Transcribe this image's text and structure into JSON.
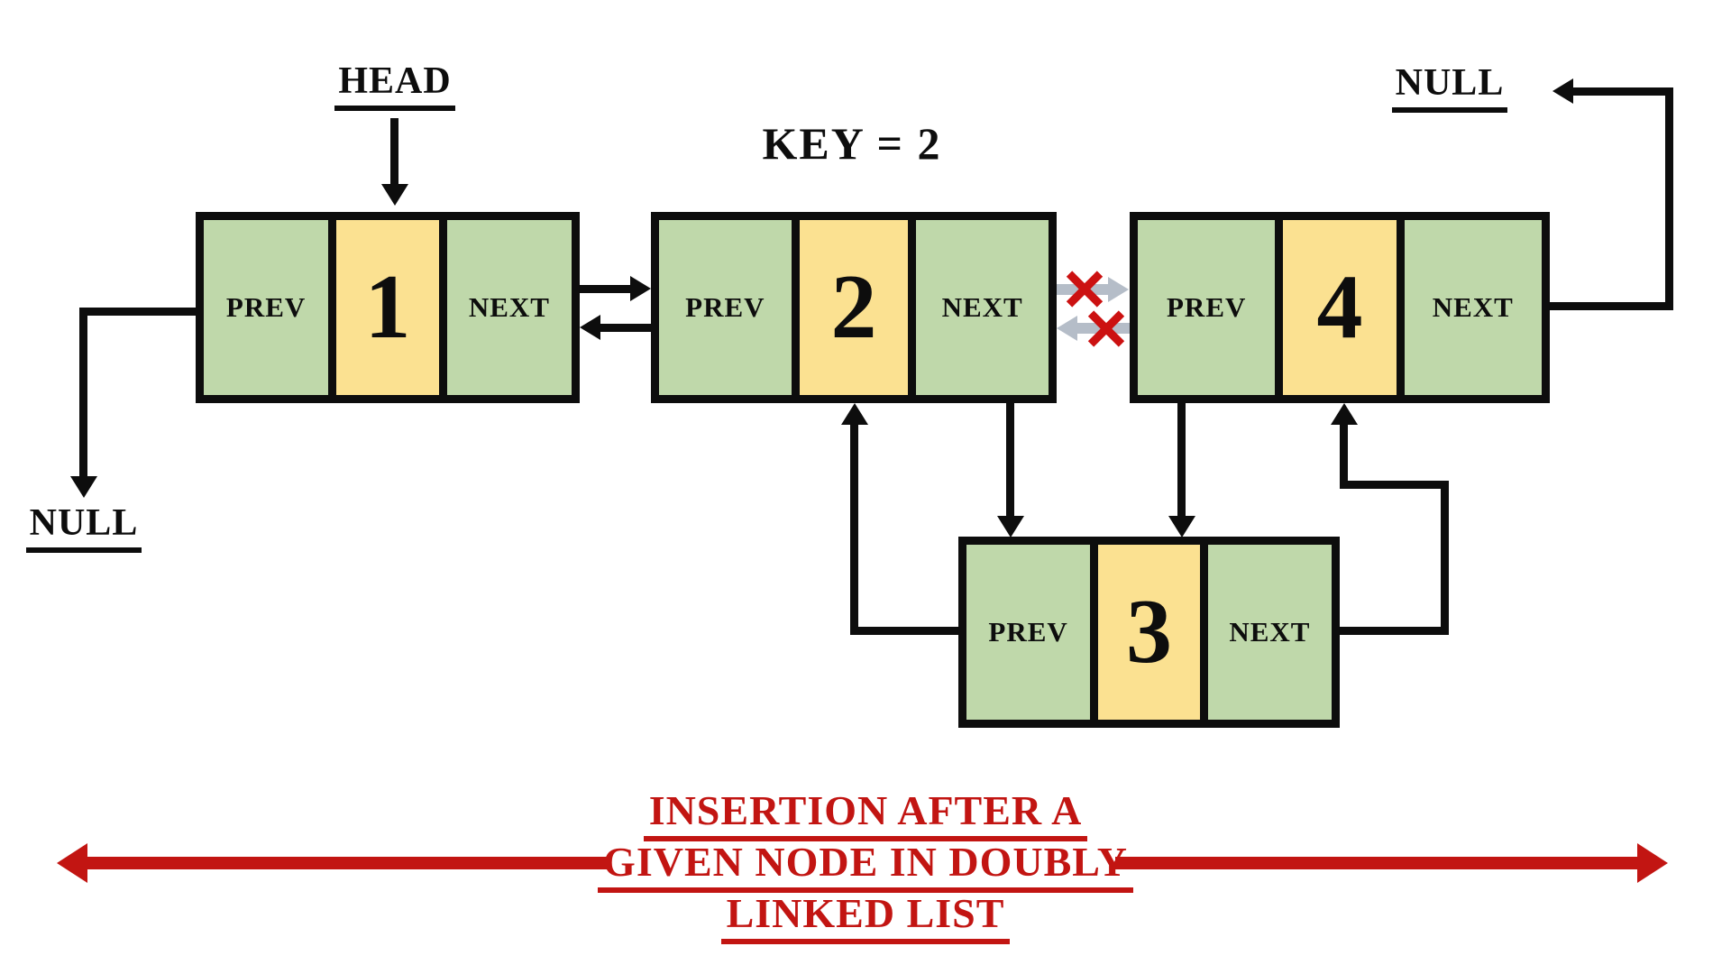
{
  "labels": {
    "head": "HEAD",
    "key": "KEY = 2",
    "null_left": "NULL",
    "null_top_right": "NULL"
  },
  "nodes": [
    {
      "prev": "PREV",
      "value": "1",
      "next": "NEXT"
    },
    {
      "prev": "PREV",
      "value": "2",
      "next": "NEXT"
    },
    {
      "prev": "PREV",
      "value": "3",
      "next": "NEXT"
    },
    {
      "prev": "PREV",
      "value": "4",
      "next": "NEXT"
    }
  ],
  "title": {
    "line1": "INSERTION AFTER A",
    "line2": "GIVEN NODE IN DOUBLY",
    "line3": "LINKED LIST"
  },
  "colors": {
    "cell_green": "#bfd8aa",
    "cell_yellow": "#fbe191",
    "border_black": "#0d0d0d",
    "arrow_gray": "#b5bdc8",
    "cross_red": "#cc1111",
    "title_red": "#c21512"
  }
}
